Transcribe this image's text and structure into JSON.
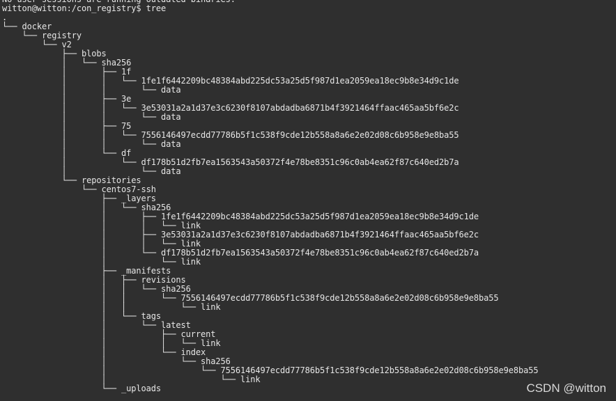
{
  "terminal": {
    "lines": [
      "No user sessions are running outdated binaries.",
      "witton@witton:/con_registry$ tree",
      ".",
      "└── docker",
      "    └── registry",
      "        └── v2",
      "            ├── blobs",
      "            │   └── sha256",
      "            │       ├── 1f",
      "            │       │   └── 1fe1f6442209bc48384abd225dc53a25d5f987d1ea2059ea18ec9b8e34d9c1de",
      "            │       │       └── data",
      "            │       ├── 3e",
      "            │       │   └── 3e53031a2a1d37e3c6230f8107abdadba6871b4f3921464ffaac465aa5bf6e2c",
      "            │       │       └── data",
      "            │       ├── 75",
      "            │       │   └── 7556146497ecdd77786b5f1c538f9cde12b558a8a6e2e02d08c6b958e9e8ba55",
      "            │       │       └── data",
      "            │       └── df",
      "            │           └── df178b51d2fb7ea1563543a50372f4e78be8351c96c0ab4ea62f87c640ed2b7a",
      "            │               └── data",
      "            └── repositories",
      "                └── centos7-ssh",
      "                    ├── _layers",
      "                    │   └── sha256",
      "                    │       ├── 1fe1f6442209bc48384abd225dc53a25d5f987d1ea2059ea18ec9b8e34d9c1de",
      "                    │       │   └── link",
      "                    │       ├── 3e53031a2a1d37e3c6230f8107abdadba6871b4f3921464ffaac465aa5bf6e2c",
      "                    │       │   └── link",
      "                    │       └── df178b51d2fb7ea1563543a50372f4e78be8351c96c0ab4ea62f87c640ed2b7a",
      "                    │           └── link",
      "                    ├── _manifests",
      "                    │   ├── revisions",
      "                    │   │   └── sha256",
      "                    │   │       └── 7556146497ecdd77786b5f1c538f9cde12b558a8a6e2e02d08c6b958e9e8ba55",
      "                    │   │           └── link",
      "                    │   └── tags",
      "                    │       └── latest",
      "                    │           ├── current",
      "                    │           │   └── link",
      "                    │           └── index",
      "                    │               └── sha256",
      "                    │                   └── 7556146497ecdd77786b5f1c538f9cde12b558a8a6e2e02d08c6b958e9e8ba55",
      "                    │                       └── link",
      "                    └── _uploads"
    ]
  },
  "watermark": "CSDN @witton",
  "colors": {
    "background": "#2f2f2f",
    "text": "#e6e6e6"
  }
}
